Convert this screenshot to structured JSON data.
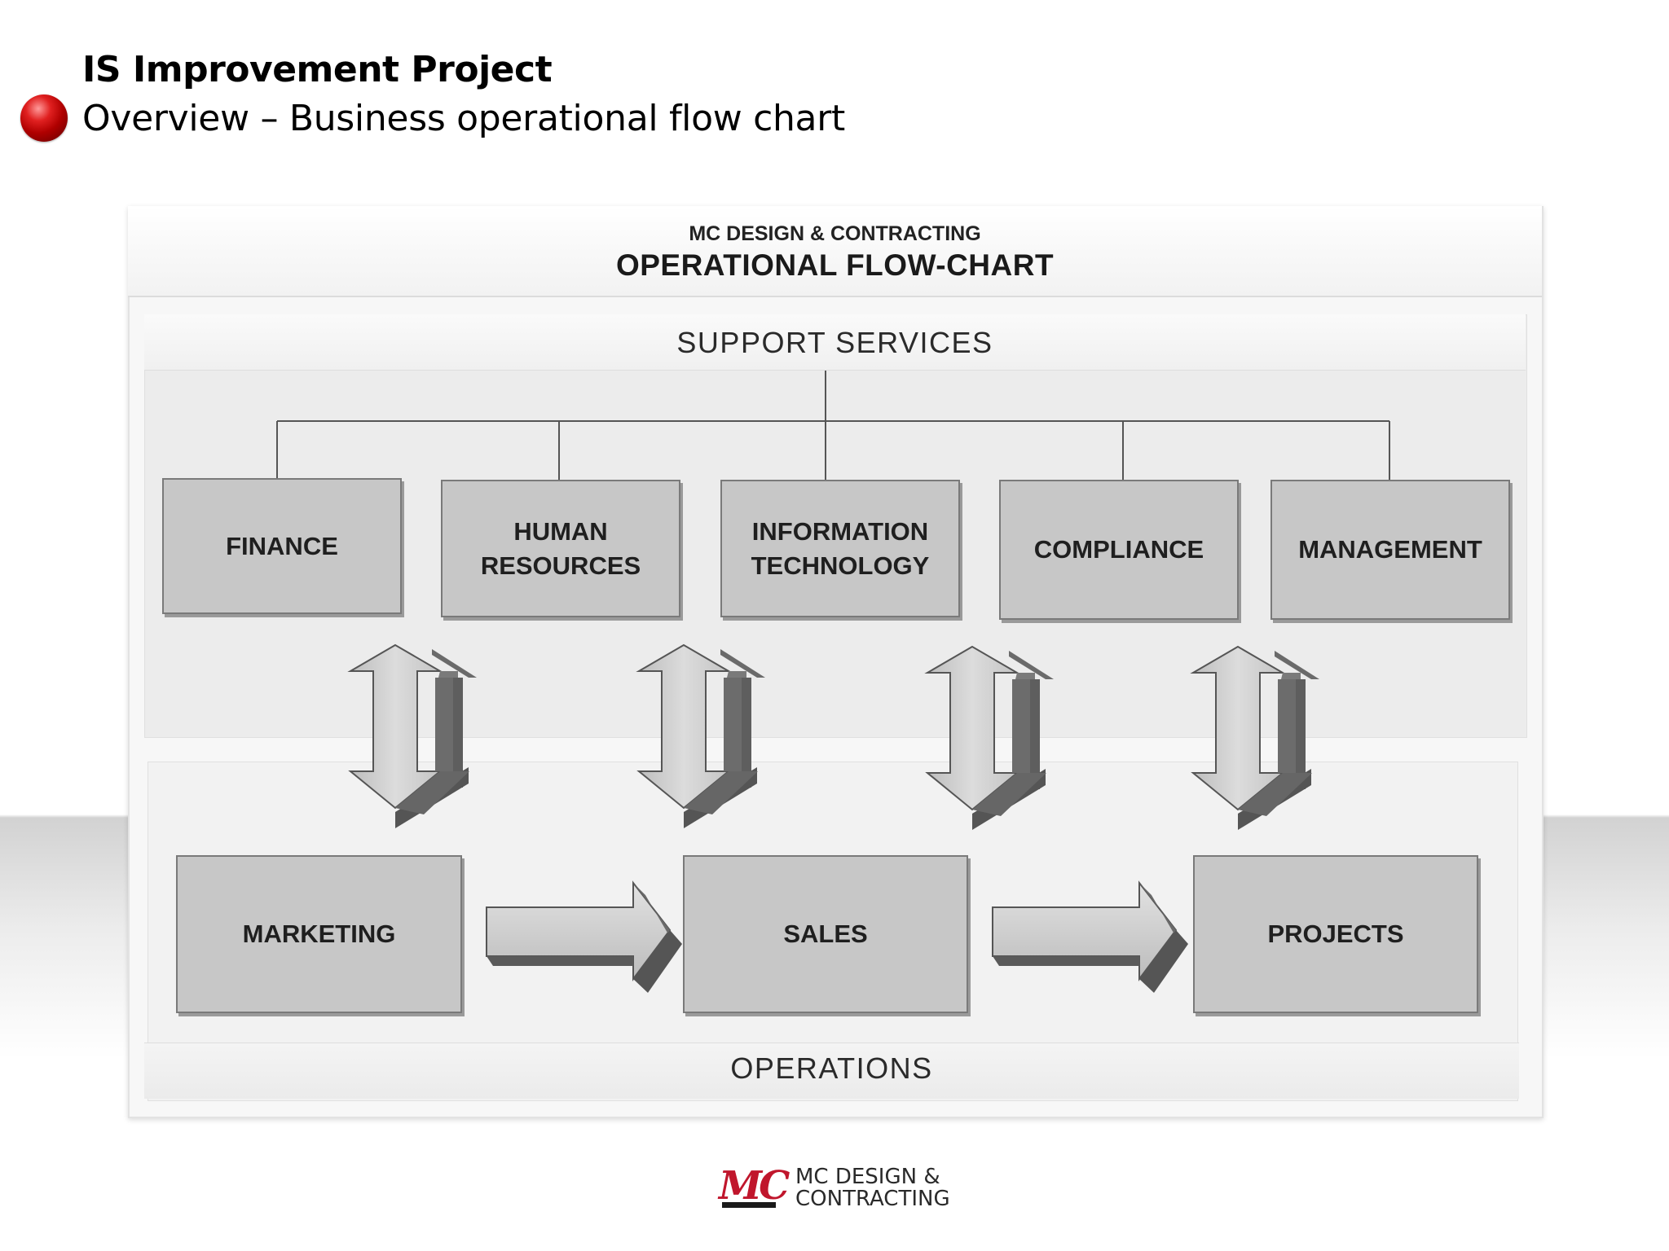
{
  "slide": {
    "title": "IS Improvement Project",
    "subtitle": "Overview – Business operational flow chart",
    "bullet_icon": "red-sphere-bullet"
  },
  "chart": {
    "company": "MC DESIGN & CONTRACTING",
    "title": "OPERATIONAL FLOW-CHART",
    "support_label": "SUPPORT SERVICES",
    "operations_label": "OPERATIONS",
    "support_units": [
      {
        "id": "finance",
        "label": "FINANCE"
      },
      {
        "id": "hr",
        "label": "HUMAN\nRESOURCES"
      },
      {
        "id": "it",
        "label": "INFORMATION\nTECHNOLOGY"
      },
      {
        "id": "compliance",
        "label": "COMPLIANCE"
      },
      {
        "id": "management",
        "label": "MANAGEMENT"
      }
    ],
    "operations_units": [
      {
        "id": "marketing",
        "label": "MARKETING"
      },
      {
        "id": "sales",
        "label": "SALES"
      },
      {
        "id": "projects",
        "label": "PROJECTS"
      }
    ],
    "flows": [
      {
        "from": "marketing",
        "to": "sales"
      },
      {
        "from": "sales",
        "to": "projects"
      }
    ]
  },
  "logo": {
    "mark": "MC",
    "text": "MC DESIGN &\nCONTRACTING"
  },
  "colors": {
    "box_fill": "#c7c7c7",
    "box_border": "#7a7a7a",
    "arrow_light": "#d0d0d0",
    "arrow_dark": "#6e6e6e",
    "logo_red": "#c0162c",
    "bullet_red": "#b00000"
  }
}
